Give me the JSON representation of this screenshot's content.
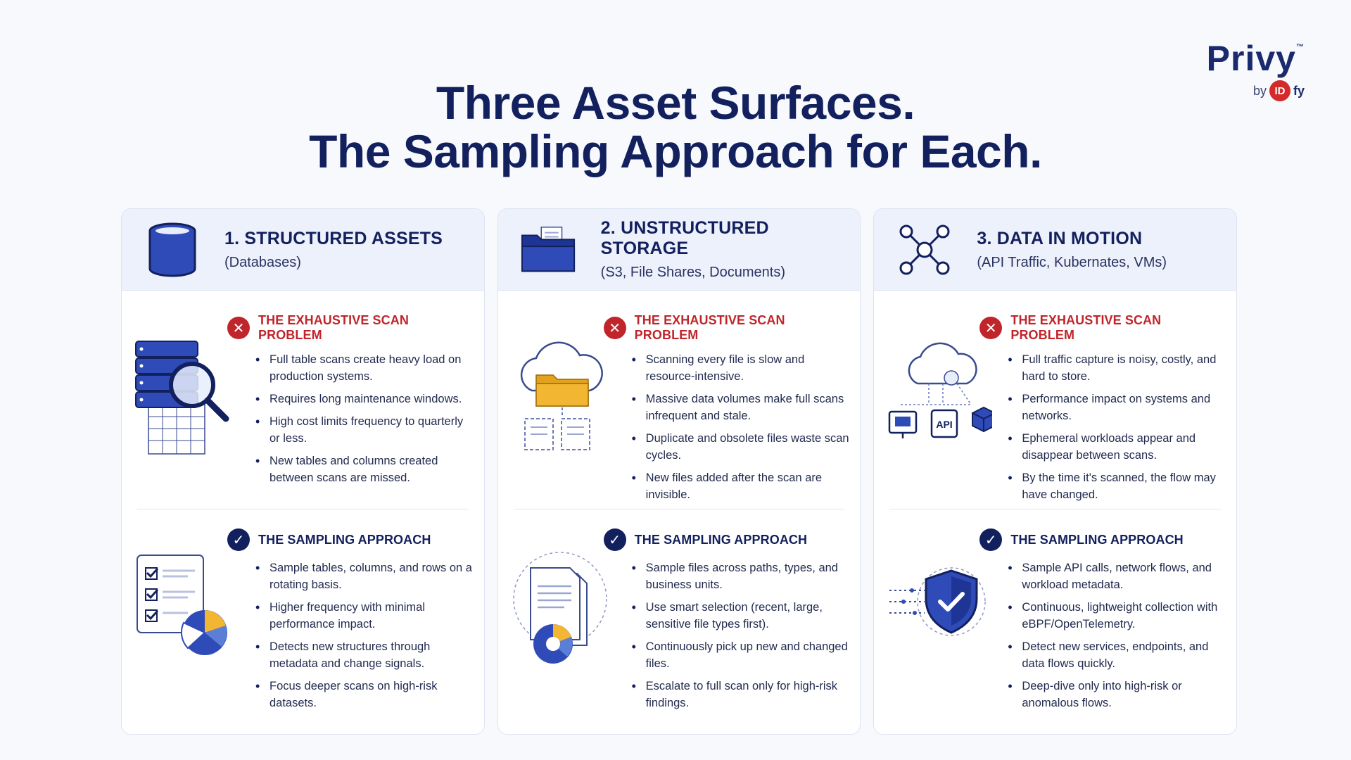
{
  "brand": {
    "name": "Privy",
    "tm": "™",
    "by": "by",
    "logo_id": "ID",
    "logo_fy": "fy"
  },
  "title": {
    "line1": "Three Asset Surfaces.",
    "line2": "The Sampling Approach for Each."
  },
  "colors": {
    "navy": "#13205e",
    "red": "#c0252b",
    "accent_blue": "#2f4bb8",
    "accent_yellow": "#f2b632",
    "head_bg": "#edf1fb"
  },
  "cards": [
    {
      "title": "1. STRUCTURED ASSETS",
      "subtitle": "(Databases)",
      "icon": "database-icon",
      "problem": {
        "title": "THE EXHAUSTIVE SCAN PROBLEM",
        "items": [
          "Full table scans create heavy load on production systems.",
          "Requires long maintenance windows.",
          "High cost limits frequency to quarterly or less.",
          "New tables and columns created between scans are missed."
        ]
      },
      "sampling": {
        "title": "THE SAMPLING APPROACH",
        "items": [
          "Sample tables, columns, and rows on a rotating basis.",
          "Higher frequency with minimal performance impact.",
          "Detects new structures through metadata and change signals.",
          "Focus deeper scans on high-risk datasets."
        ]
      }
    },
    {
      "title": "2. UNSTRUCTURED STORAGE",
      "subtitle": "(S3, File Shares, Documents)",
      "icon": "folder-icon",
      "problem": {
        "title": "THE EXHAUSTIVE SCAN PROBLEM",
        "items": [
          "Scanning every file is slow and resource-intensive.",
          "Massive data volumes make full scans infrequent and stale.",
          "Duplicate and obsolete files waste scan cycles.",
          "New files added after the scan are invisible."
        ]
      },
      "sampling": {
        "title": "THE SAMPLING APPROACH",
        "items": [
          "Sample files across paths, types, and business units.",
          "Use smart selection (recent, large, sensitive file types first).",
          "Continuously pick up new and changed files.",
          "Escalate to full scan only for high-risk findings."
        ]
      }
    },
    {
      "title": "3. DATA IN MOTION",
      "subtitle": "(API Traffic, Kubernates, VMs)",
      "icon": "network-icon",
      "problem": {
        "title": "THE EXHAUSTIVE SCAN PROBLEM",
        "items": [
          "Full traffic capture is noisy, costly, and hard to store.",
          "Performance impact on systems and networks.",
          "Ephemeral workloads appear and disappear between scans.",
          "By the time it's scanned, the flow may have changed."
        ]
      },
      "sampling": {
        "title": "THE SAMPLING APPROACH",
        "items": [
          "Sample API calls, network flows, and workload metadata.",
          "Continuous, lightweight collection with eBPF/OpenTelemetry.",
          "Detect new services, endpoints, and data flows quickly.",
          "Deep-dive only into high-risk or anomalous flows."
        ]
      },
      "api_label": "API"
    }
  ]
}
